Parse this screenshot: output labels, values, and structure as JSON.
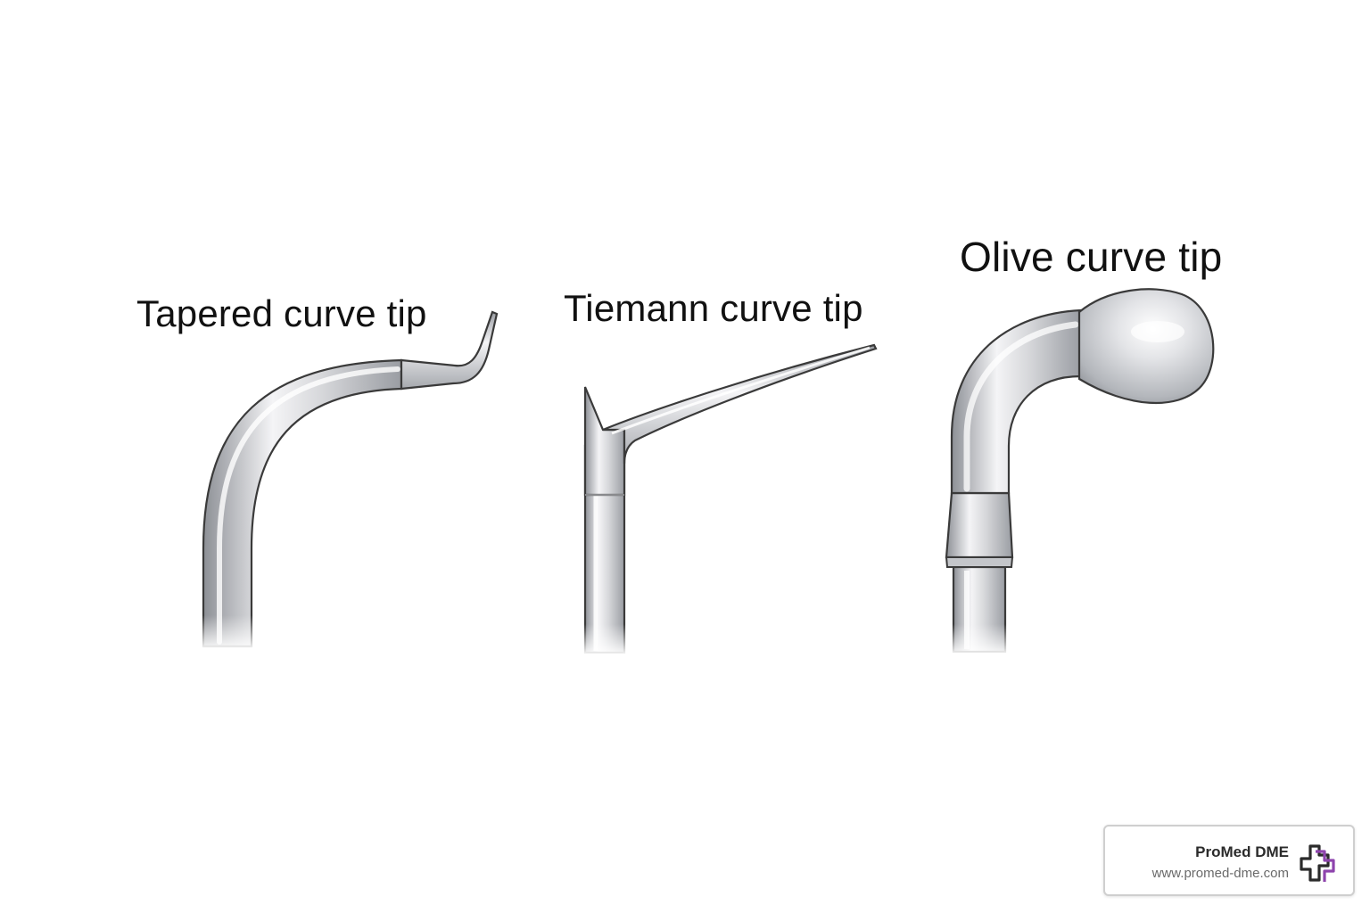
{
  "tips": {
    "tapered": {
      "label": "Tapered curve tip"
    },
    "tiemann": {
      "label": "Tiemann curve tip"
    },
    "olive": {
      "label": "Olive curve tip"
    }
  },
  "brand": {
    "name": "ProMed DME",
    "url": "www.promed-dme.com",
    "logo_icon": "medical-cross-logo-icon",
    "colors": {
      "dark": "#2b2b2b",
      "accent": "#8e44ad"
    }
  },
  "colors": {
    "metal_light": "#f4f4f6",
    "metal_mid": "#c4c6ca",
    "metal_dark": "#8d9096",
    "outline": "#3a3a3a"
  }
}
